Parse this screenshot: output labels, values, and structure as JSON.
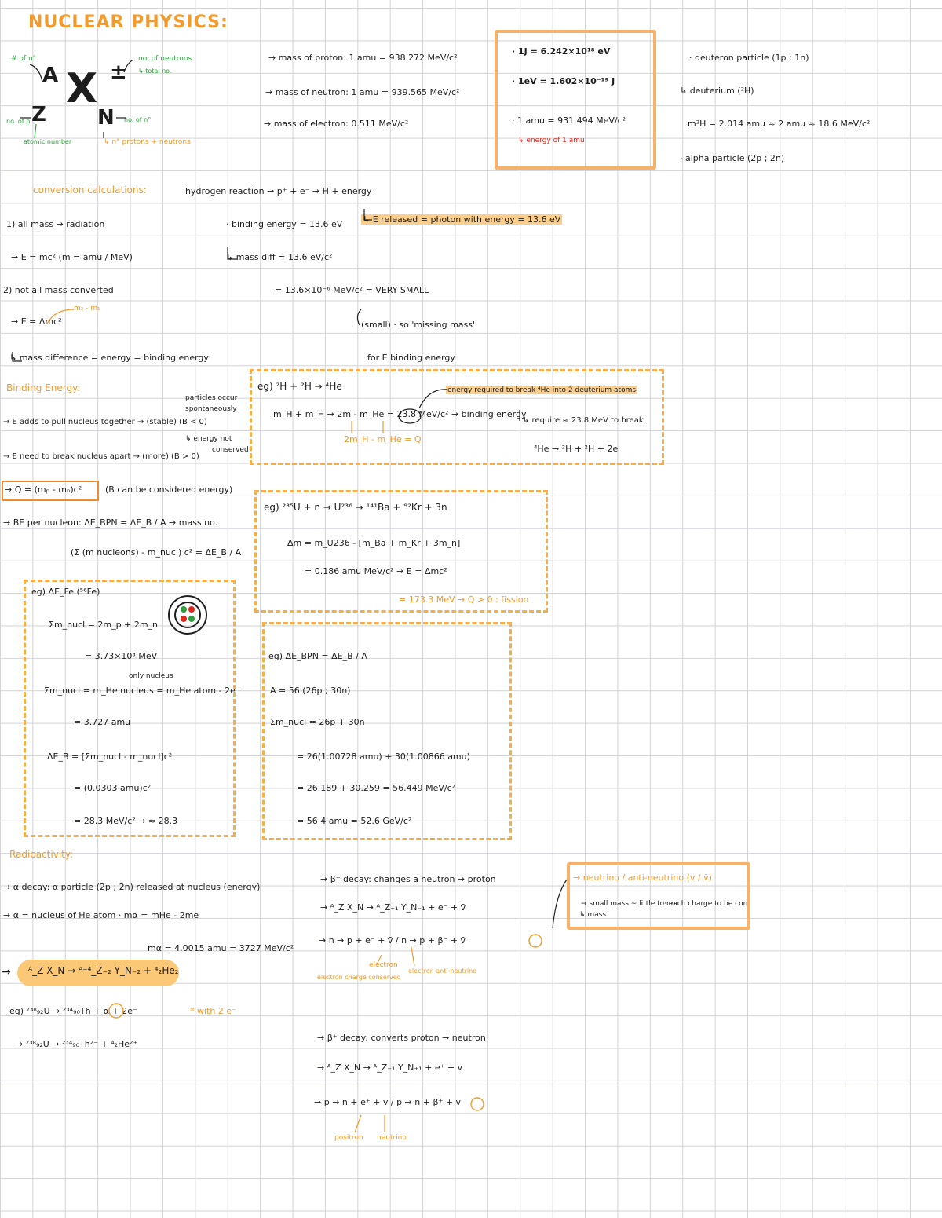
{
  "title": "NUCLEAR PHYSICS:",
  "notation": {
    "A": "A",
    "Z": "Z",
    "X": "X",
    "N": "N",
    "pm": "±",
    "ann_A": "# of n°",
    "ann_charge_1": "no. of neutrons",
    "ann_charge_2": "↳ total no.",
    "ann_Z": "no. of p",
    "ann_Z2": "atomic number",
    "ann_N": "no. of n°",
    "ann_bottom": "↳ n° protons + neutrons"
  },
  "masses": {
    "proton": "→ mass of proton: 1 amu = 938.272 MeV/c²",
    "neutron": "→ mass of neutron: 1 amu = 939.565 MeV/c²",
    "electron": "→ mass of electron: 0.511 MeV/c²"
  },
  "constants": {
    "c1": "· 1J = 6.242×10¹⁸ eV",
    "c2": "· 1eV = 1.602×10⁻¹⁹ J",
    "c3": "· 1 amu = 931.494 MeV/c²",
    "c3_note": "↳ energy of 1 amu"
  },
  "deuteron": {
    "l1": "· deuteron particle (1p ; 1n)",
    "l2": "↳ deuterium (²H)",
    "l3": "m²H = 2.014 amu ≈ 2 amu ≈ 18.6 MeV/c²",
    "l4": "· alpha particle (2p ; 2n)"
  },
  "conversion": {
    "heading": "conversion calculations:",
    "hydrogen": "hydrogen reaction → p⁺ + e⁻ → H + energy",
    "hydrogen_note": "↳ E released = photon with energy = 13.6 eV",
    "l1": "1) all mass → radiation",
    "l2": "→ E = mc²  (m = amu / MeV)",
    "l3": "2) not all mass converted",
    "l4": "→ E = Δmc²",
    "l4_ann": "m₂ - m₁",
    "l5": "↳ mass difference = energy = binding energy",
    "be1": "· binding energy = 13.6 eV",
    "be2": "↳ mass diff = 13.6 eV/c²",
    "be3": "= 13.6×10⁻⁶ MeV/c² = VERY SMALL",
    "be4": "(small) · so 'missing mass'",
    "be5": "for E binding energy"
  },
  "binding": {
    "heading": "Binding Energy:",
    "l1": "→ E adds to pull nucleus together → (stable) (B < 0)",
    "l2": "→ E need to break nucleus apart → (more) (B > 0)",
    "ann1": "particles occur",
    "ann2": "spontaneously",
    "ann3": "↳ energy not",
    "ann4": "conserved",
    "formula": "→ Q = (mₚ - mₙ)c²",
    "formula_note": "(B can be considered energy)",
    "l3": "→ BE per nucleon: ΔE_BPN = ΔE_B / A  → mass no.",
    "l4": "(Σ (m nucleons) - m_nucl) c² = ΔE_B / A"
  },
  "ex1": {
    "l1": "eg)  ²H + ²H → ⁴He",
    "l2": "m_H + m_H → 2m - m_He = 23.8 MeV/c²  → binding energy",
    "l2b": "2m_H - m_He = Q",
    "ann1": "energy required to break ⁴He into 2 deuterium atoms",
    "ann2": "↳ require ≈ 23.8 MeV to break",
    "l3": "⁴He → ²H + ²H + 2e"
  },
  "ex2": {
    "l1": "eg)  ²³⁵U + n → U²³⁶ → ¹⁴¹Ba + ⁹²Kr + 3n",
    "l2": "Δm = m_U236 - [m_Ba + m_Kr + 3m_n]",
    "l3": "= 0.186 amu MeV/c² → E = Δmc²",
    "l4": "= 173.3 MeV → Q > 0 : fission"
  },
  "ex3": {
    "l1": "eg) ΔE_Fe (⁵⁶Fe)",
    "l2": "Σm_nucl = 2m_p + 2m_n",
    "l3": "= 3.73×10³ MeV",
    "l4_ann": "only nucleus",
    "l4": "Σm_nucl = m_He nucleus = m_He atom - 2e⁻",
    "l5": "= 3.727 amu",
    "l6": "ΔE_B = [Σm_nucl - m_nucl]c²",
    "l7": "= (0.0303 amu)c²",
    "l8": "= 28.3 MeV/c² → ≈ 28.3"
  },
  "ex4": {
    "l1": "eg) ΔE_BPN = ΔE_B / A",
    "l2": "A = 56 (26p ; 30n)",
    "l3": "Σm_nucl = 26p + 30n",
    "l4": "= 26(1.00728 amu) + 30(1.00866 amu)",
    "l5": "= 26.189 + 30.259 = 56.449 MeV/c²",
    "l6": "= 56.4 amu = 52.6 GeV/c²"
  },
  "radio": {
    "heading": "Radioactivity:",
    "alpha1": "→ α decay: α particle (2p ; 2n) released at nucleus (energy)",
    "alpha2": "→ α = nucleus of He atom · mα = mHe - 2me",
    "alpha3": "mα = 4.0015 amu = 3727 MeV/c²",
    "alpha_formula": "ᴬ_Z X_N → ᴬ⁻⁴_Z₋₂ Y_N₋₂ + ⁴₂He₂",
    "eg1": "eg) ²³⁸₉₂U → ²³⁴₉₀Th + α + 2e⁻",
    "eg1_ann": "* with 2 e⁻",
    "eg2": "→ ²³⁸₉₂U → ²³⁴₉₀Th²⁻ + ⁴₂He²⁺",
    "bminus1": "→ β⁻ decay: changes a neutron → proton",
    "bminus2": "→ ᴬ_Z X_N → ᴬ_Z₊₁ Y_N₋₁ + e⁻ + v̄",
    "bminus3": "→ n → p + e⁻ + v̄  /  n → p + β⁻ + v̄",
    "bminus_ann1": "electron",
    "bminus_ann2": "electron charge conserved",
    "bminus_ann3": "electron anti-neutrino",
    "neutrino1": "→ neutrino / anti-neutrino (v / v̄)",
    "neutrino2": "→ small mass ~ little to no",
    "neutrino3": "↳ mass",
    "neutrino4": "· each charge to be con",
    "bplus1": "→ β⁺ decay: converts proton → neutron",
    "bplus2": "→ ᴬ_Z X_N → ᴬ_Z₋₁ Y_N₊₁ + e⁺ + v",
    "bplus3": "→ p → n + e⁺ + v  /  p → n + β⁺ + v",
    "bplus_ann1": "positron",
    "bplus_ann2": "neutrino"
  }
}
